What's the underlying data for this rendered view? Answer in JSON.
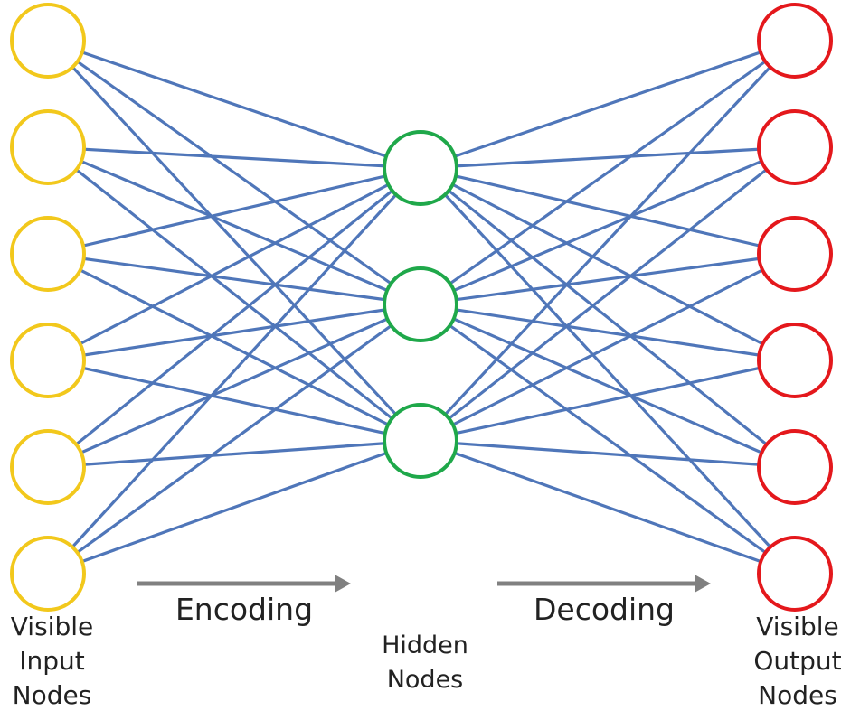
{
  "colors": {
    "connection": "#4f76b9",
    "input_node": "#f2c81c",
    "hidden_node": "#1fa84a",
    "output_node": "#e4181c",
    "arrow": "#808080",
    "text": "#222222"
  },
  "network": {
    "input_count": 6,
    "hidden_count": 3,
    "output_count": 6
  },
  "labels": {
    "input": [
      "Visible",
      "Input",
      "Nodes"
    ],
    "hidden": [
      "Hidden",
      "Nodes"
    ],
    "output": [
      "Visible",
      "Output",
      "Nodes"
    ],
    "encoding": "Encoding",
    "decoding": "Decoding"
  }
}
